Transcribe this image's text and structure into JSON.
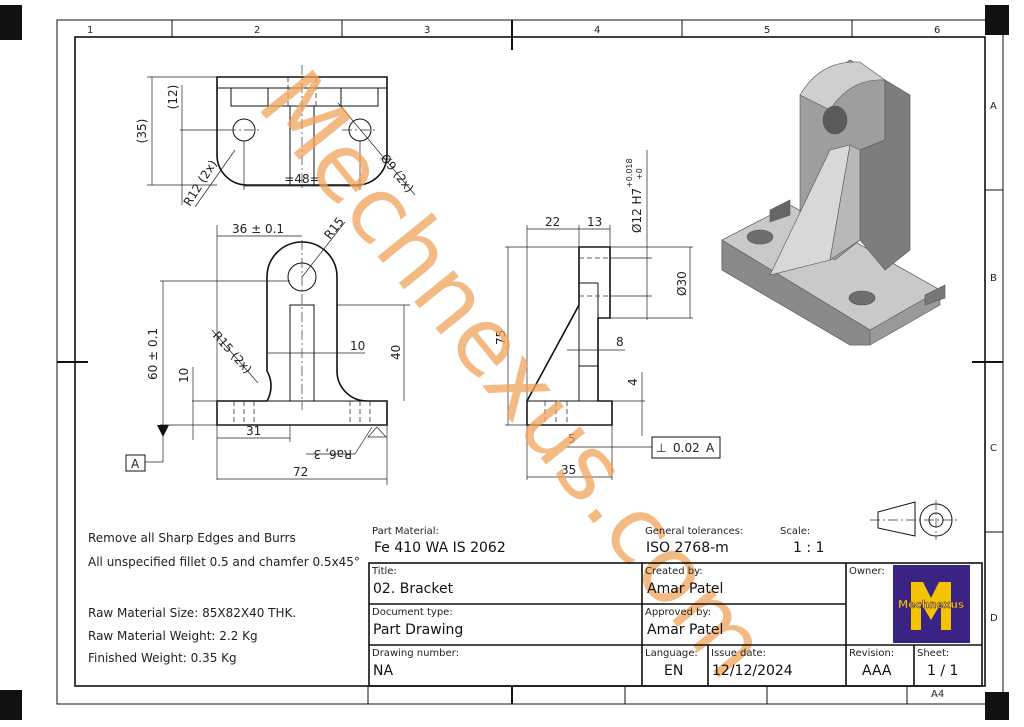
{
  "sheet": {
    "zones_top": [
      "1",
      "2",
      "3",
      "4",
      "5",
      "6"
    ],
    "zones_right": [
      "A",
      "B",
      "C",
      "D"
    ],
    "paper_size": "A4"
  },
  "watermark": "Mechnexus.com",
  "dimensions": {
    "top_view": [
      "(35)",
      "(12)",
      "=48=",
      "R12 (2x)",
      "Ø9 (2x)"
    ],
    "front_view": [
      "36 ± 0.1",
      "R15",
      "60 ± 0.1",
      "10",
      "R15 (2x)",
      "10",
      "40",
      "31",
      "72",
      "Ra6, 3"
    ],
    "datum": "A",
    "side_view": [
      "22",
      "13",
      "Ø12 H7",
      "+0.018",
      "+0",
      "Ø30",
      "75",
      "8",
      "4",
      "5",
      "35"
    ],
    "tolerance_frame": [
      "⊥",
      "0.02",
      "A"
    ]
  },
  "notes": [
    "Remove all Sharp Edges and Burrs",
    "All unspecified fillet 0.5 and chamfer 0.5x45°",
    "Raw Material Size: 85X82X40 THK.",
    "Raw Material Weight: 2.2 Kg",
    "Finished Weight: 0.35 Kg"
  ],
  "title_block": {
    "part_material_label": "Part Material:",
    "part_material": "Fe 410 WA IS 2062",
    "general_tolerances_label": "General tolerances:",
    "general_tolerances": "ISO 2768-m",
    "scale_label": "Scale:",
    "scale": "1 : 1",
    "title_label": "Title:",
    "title": "02. Bracket",
    "created_by_label": "Created by:",
    "created_by": "Amar Patel",
    "document_type_label": "Document type:",
    "document_type": "Part Drawing",
    "approved_by_label": "Approved by:",
    "approved_by": "Amar Patel",
    "owner_label": "Owner:",
    "owner_logo_text": "Mechnexus",
    "drawing_number_label": "Drawing number:",
    "drawing_number": "NA",
    "language_label": "Language:",
    "language": "EN",
    "issue_date_label": "Issue date:",
    "issue_date": "12/12/2024",
    "revision_label": "Revision:",
    "revision": "AAA",
    "sheet_label": "Sheet:",
    "sheet": "1 / 1"
  },
  "colors": {
    "watermark": "#f0a35a",
    "logo_bg": "#3b2383",
    "logo_fg": "#f5c400",
    "model_gray": "#a9a9a9"
  },
  "icons": [
    "projection-symbol-icon"
  ]
}
